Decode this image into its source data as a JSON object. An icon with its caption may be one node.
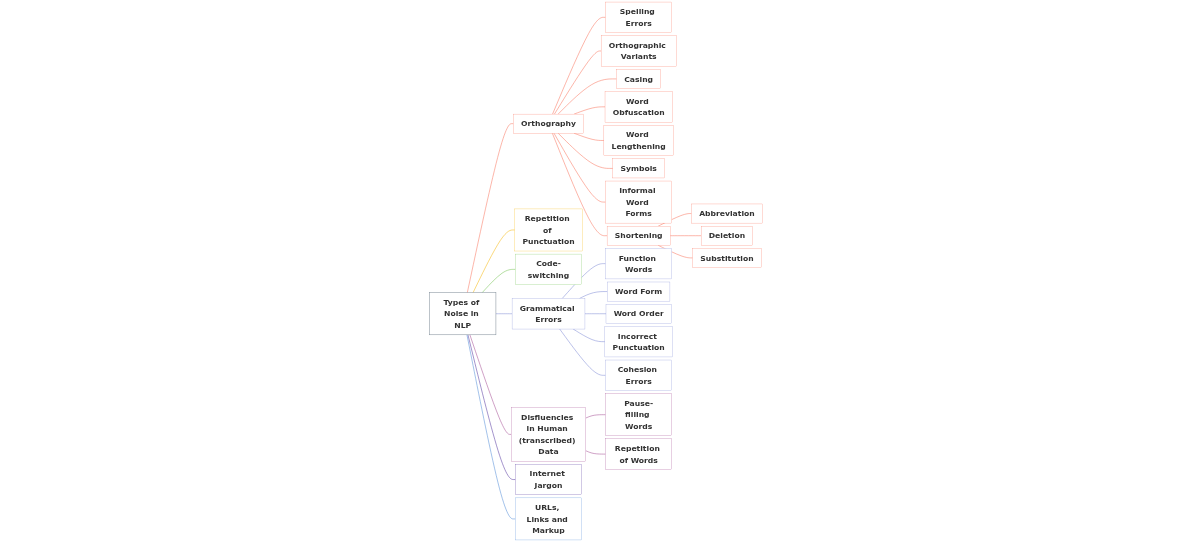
{
  "diagram": {
    "nodes": [
      {
        "text": [
          "Types of Noise in NLP"
        ]
      },
      {
        "text": [
          "Orthography"
        ]
      },
      {
        "text": [
          "Spelling Errors"
        ]
      },
      {
        "text": [
          "Orthographic Variants"
        ]
      },
      {
        "text": [
          "Casing"
        ]
      },
      {
        "text": [
          "Word Obfuscation"
        ]
      },
      {
        "text": [
          "Word Lengthening"
        ]
      },
      {
        "text": [
          "Symbols"
        ]
      },
      {
        "text": [
          "Informal Word Forms"
        ]
      },
      {
        "text": [
          "Shortening"
        ]
      },
      {
        "text": [
          "Abbreviation"
        ]
      },
      {
        "text": [
          "Deletion"
        ]
      },
      {
        "text": [
          "Substitution"
        ]
      },
      {
        "text": [
          "Repetition of Punctuation"
        ]
      },
      {
        "text": [
          "Code-switching"
        ]
      },
      {
        "text": [
          "Grammatical Errors"
        ]
      },
      {
        "text": [
          "Function Words"
        ]
      },
      {
        "text": [
          "Word Form"
        ]
      },
      {
        "text": [
          "Word Order"
        ]
      },
      {
        "text": [
          "Incorrect Punctuation"
        ]
      },
      {
        "text": [
          "Cohesion Errors"
        ]
      },
      {
        "text": [
          "Disfluencies in Human (transcribed) Data"
        ]
      },
      {
        "text": [
          "Pause-filling Words"
        ]
      },
      {
        "text": [
          "Repetition of Words"
        ]
      },
      {
        "text": [
          "Internet Jargon"
        ]
      },
      {
        "text": [
          "URLs, Links and Markup"
        ]
      }
    ],
    "edges": [
      {
        "from": 0,
        "to": 1,
        "arrow": "none",
        "color": "#fa6e57"
      },
      {
        "from": 1,
        "to": 2,
        "arrow": "none",
        "color": "#fa6e57"
      },
      {
        "from": 1,
        "to": 3,
        "arrow": "none",
        "color": "#fa6e57"
      },
      {
        "from": 1,
        "to": 4,
        "arrow": "none",
        "color": "#fa6e57"
      },
      {
        "from": 1,
        "to": 5,
        "arrow": "none",
        "color": "#fa6e57"
      },
      {
        "from": 1,
        "to": 6,
        "arrow": "none",
        "color": "#fa6e57"
      },
      {
        "from": 1,
        "to": 7,
        "arrow": "none",
        "color": "#fa6e57"
      },
      {
        "from": 1,
        "to": 8,
        "arrow": "none",
        "color": "#fa6e57"
      },
      {
        "from": 1,
        "to": 9,
        "arrow": "none",
        "color": "#fa6e57"
      },
      {
        "from": 9,
        "to": 10,
        "arrow": "none",
        "color": "#fa6e57"
      },
      {
        "from": 9,
        "to": 11,
        "arrow": "none",
        "color": "#fa6e57"
      },
      {
        "from": 9,
        "to": 12,
        "arrow": "none",
        "color": "#fa6e57"
      },
      {
        "from": 0,
        "to": 13,
        "arrow": "none",
        "color": "#f5b400"
      },
      {
        "from": 0,
        "to": 14,
        "arrow": "none",
        "color": "#6cc04a"
      },
      {
        "from": 0,
        "to": 15,
        "arrow": "none",
        "color": "#7b86d4"
      },
      {
        "from": 15,
        "to": 16,
        "arrow": "none",
        "color": "#7b86d4"
      },
      {
        "from": 15,
        "to": 17,
        "arrow": "none",
        "color": "#7b86d4"
      },
      {
        "from": 15,
        "to": 18,
        "arrow": "none",
        "color": "#7b86d4"
      },
      {
        "from": 15,
        "to": 19,
        "arrow": "none",
        "color": "#7b86d4"
      },
      {
        "from": 15,
        "to": 20,
        "arrow": "none",
        "color": "#7b86d4"
      },
      {
        "from": 0,
        "to": 21,
        "arrow": "none",
        "color": "#a0458f"
      },
      {
        "from": 21,
        "to": 22,
        "arrow": "none",
        "color": "#a0458f"
      },
      {
        "from": 21,
        "to": 23,
        "arrow": "none",
        "color": "#a0458f"
      },
      {
        "from": 0,
        "to": 24,
        "arrow": "none",
        "color": "#4b2c9a"
      },
      {
        "from": 0,
        "to": 25,
        "arrow": "none",
        "color": "#4a86d6"
      }
    ]
  }
}
